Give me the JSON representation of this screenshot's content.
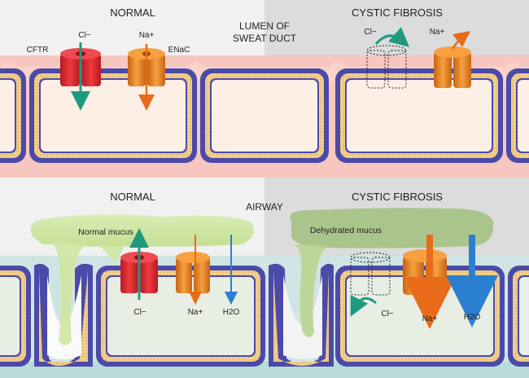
{
  "top": {
    "normal_title": "NORMAL",
    "cf_title": "CYSTIC FIBROSIS",
    "center_title_line1": "LUMEN OF",
    "center_title_line2": "SWEAT DUCT",
    "cftr_label": "CFTR",
    "enac_label": "ENaC",
    "cl_label": "Cl−",
    "na_label": "Na+",
    "cf_cl_label": "Cl−",
    "cf_na_label": "Na+"
  },
  "bottom": {
    "normal_title": "NORMAL",
    "cf_title": "CYSTIC FIBROSIS",
    "center_title": "AIRWAY",
    "normal_mucus_label": "Normal mucus",
    "dehydrated_mucus_label": "Dehydrated mucus",
    "cl_label": "Cl−",
    "na_label": "Na+",
    "h2o_label": "H2O",
    "cf_cl_label": "Cl−",
    "cf_na_label": "Na+",
    "cf_h2o_label": "H2O"
  },
  "colors": {
    "cftr_red": "#d9282f",
    "enac_orange": "#ef8a22",
    "cl_arrow_teal": "#1f9a80",
    "na_arrow_orange": "#e86c1a",
    "h2o_arrow_blue": "#2b7fd0",
    "membrane_purple": "#4b4aa8",
    "membrane_tan": "#f2cf8c",
    "cell_interior_top": "#fdeee6",
    "cell_interior_bottom": "#e8eee4",
    "mucus_green": "#c9e39a",
    "dehydrated_mucus": "#9fbf7e"
  },
  "icons": {
    "cftr_channel": "red-barrel-channel-icon",
    "enac_channel": "orange-barrel-channel-icon",
    "defective_cftr": "dashed-outline-channel-icon"
  }
}
